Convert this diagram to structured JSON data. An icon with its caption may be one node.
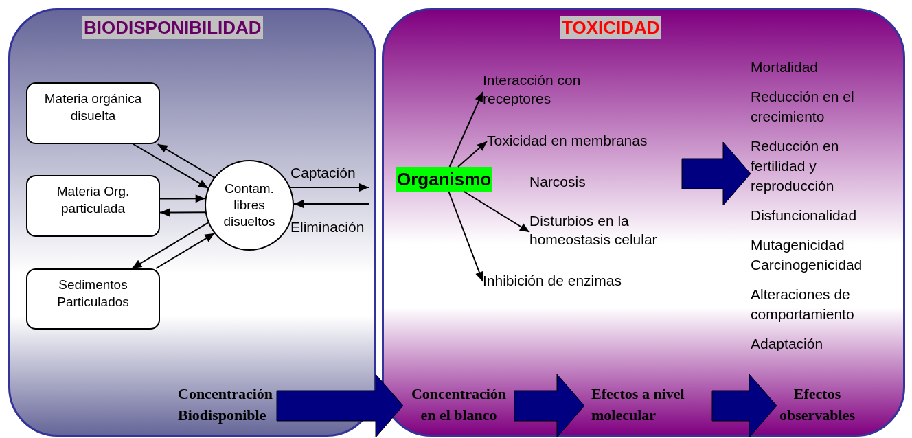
{
  "diagram": {
    "nodes": [
      {
        "text": [
          "BIODISPONIBILIDAD"
        ]
      },
      {
        "text": [
          "Materia orgánica disuelta"
        ],
        "in": 0
      },
      {
        "text": [
          "Materia Org. particulada"
        ],
        "in": 0
      },
      {
        "text": [
          "Sedimentos Particulados"
        ],
        "in": 0
      },
      {
        "text": [
          "Contam. libres disueltos"
        ],
        "in": 0
      },
      {
        "text": [
          "Concentración Biodisponible"
        ],
        "in": 0
      },
      {
        "text": [
          "TOXICIDAD"
        ]
      },
      {
        "text": [
          "Organismo"
        ],
        "in": 6
      },
      {
        "text": [
          "Interacción con receptores"
        ],
        "in": 6
      },
      {
        "text": [
          "Toxicidad en membranas"
        ],
        "in": 6
      },
      {
        "text": [
          "Narcosis"
        ],
        "in": 6
      },
      {
        "text": [
          "Disturbios en la homeostasis celular"
        ],
        "in": 6
      },
      {
        "text": [
          "Inhibición de enzimas"
        ],
        "in": 6
      },
      {
        "text": [
          "Mortalidad",
          "Reducción en el crecimiento",
          "Reducción en fertilidad y reproducción",
          "Disfuncionalidad",
          "Mutagenicidad Carcinogenicidad",
          "Alteraciones de comportamiento",
          "Adaptación"
        ],
        "in": 6
      },
      {
        "text": [
          "Concentración en el blanco"
        ],
        "in": 6
      },
      {
        "text": [
          "Efectos a nivel molecular"
        ],
        "in": 6
      },
      {
        "text": [
          "Efectos observables"
        ],
        "in": 6
      }
    ],
    "edges": [
      {
        "from": 1,
        "to": 4,
        "arrow": "to"
      },
      {
        "from": 4,
        "to": 1,
        "arrow": "to"
      },
      {
        "from": 2,
        "to": 4,
        "arrow": "to"
      },
      {
        "from": 4,
        "to": 2,
        "arrow": "to"
      },
      {
        "from": 4,
        "to": 3,
        "arrow": "to"
      },
      {
        "from": 3,
        "to": 4,
        "arrow": "to"
      },
      {
        "from": 4,
        "to": null,
        "arrow": "to",
        "label": "Captación"
      },
      {
        "from": null,
        "to": 4,
        "arrow": "to",
        "label": "Eliminación"
      },
      {
        "from": 7,
        "to": 8,
        "arrow": "to"
      },
      {
        "from": 7,
        "to": 9,
        "arrow": "to"
      },
      {
        "from": 7,
        "to": 11,
        "arrow": "to"
      },
      {
        "from": 7,
        "to": 12,
        "arrow": "to"
      },
      {
        "from": null,
        "to": 13,
        "arrow": "to",
        "style": "thick",
        "color": "#000080"
      },
      {
        "from": 5,
        "to": 14,
        "arrow": "to",
        "style": "thick",
        "color": "#000080"
      },
      {
        "from": 14,
        "to": 15,
        "arrow": "to",
        "style": "thick",
        "color": "#000080"
      },
      {
        "from": 15,
        "to": 16,
        "arrow": "to",
        "style": "thick",
        "color": "#000080"
      }
    ]
  }
}
